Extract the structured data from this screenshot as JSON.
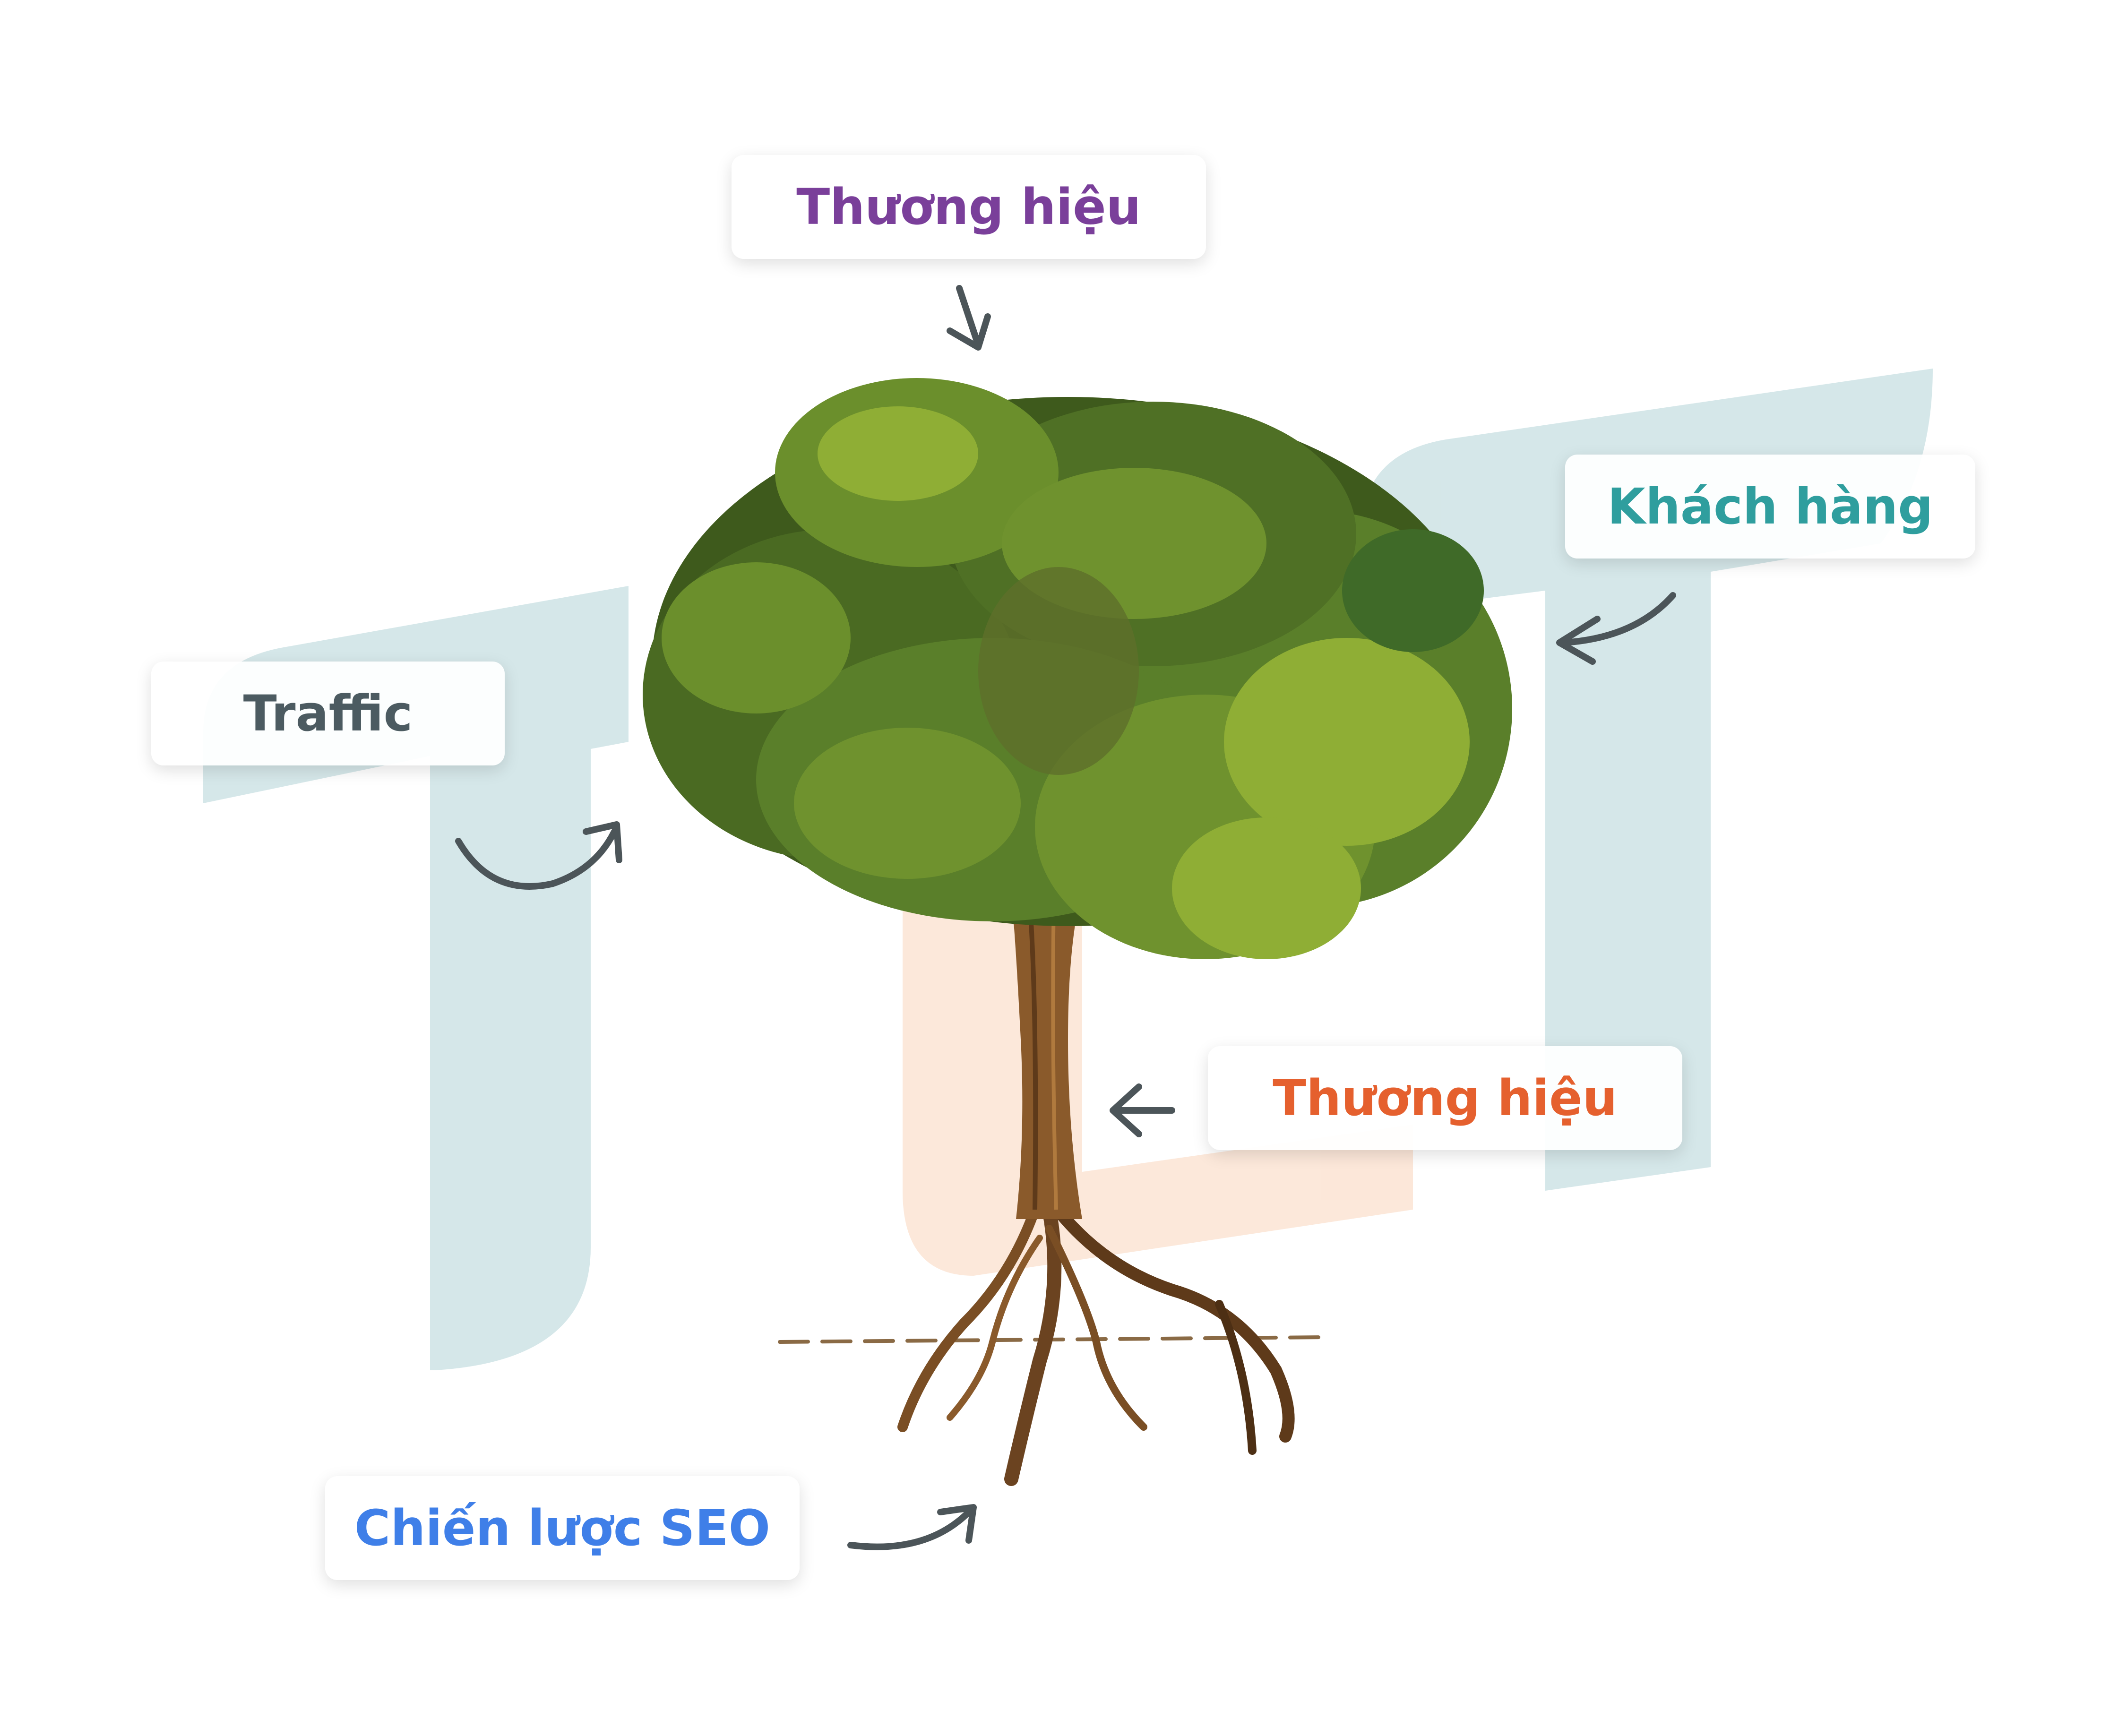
{
  "labels": {
    "top": "Thương hiệu",
    "customer": "Khách hàng",
    "traffic": "Traffic",
    "brand_mid": "Thương hiệu",
    "seo": "Chiến lược SEO"
  },
  "colors": {
    "top": "#7a3f9a",
    "customer": "#2f9e9e",
    "traffic": "#4c5b61",
    "brand_mid": "#e5602e",
    "seo": "#3f7fe8",
    "arrow": "#4c5559",
    "watermark_teal": "#c7dfe1",
    "watermark_peach": "#fbe0cd",
    "foliage_dark": "#3e5a1c",
    "foliage_mid": "#5a7f2a",
    "foliage_light": "#8fae35",
    "trunk": "#8a5a2b"
  },
  "icons": [
    "arrow-down-icon",
    "arrow-curved-left-icon",
    "arrow-curved-up-right-icon",
    "arrow-left-icon",
    "arrow-curved-up-icon"
  ]
}
